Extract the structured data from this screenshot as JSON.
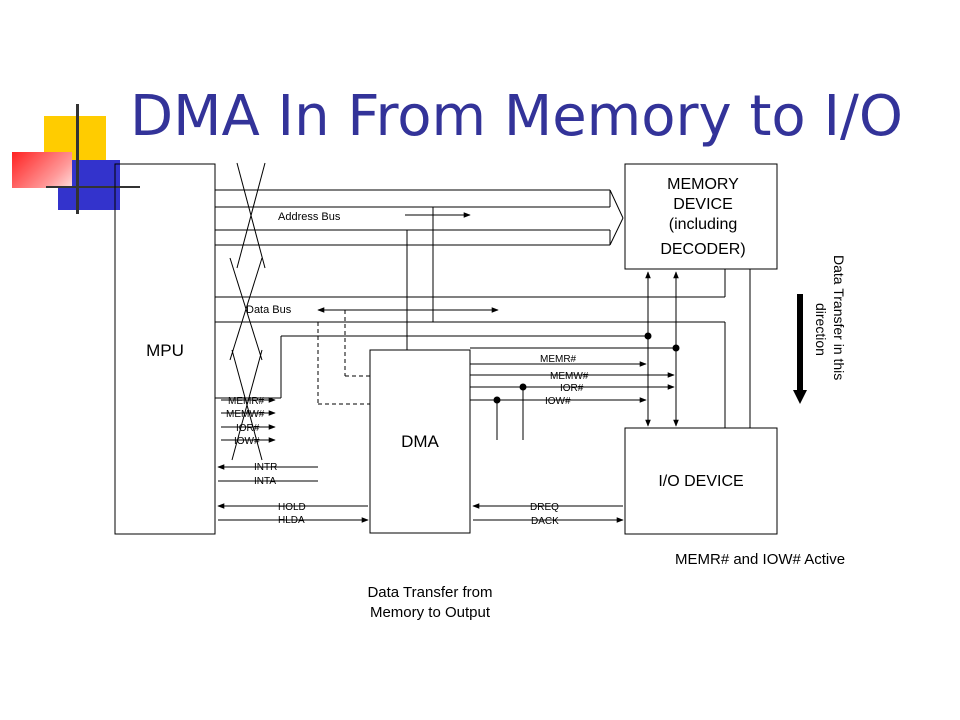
{
  "slide": {
    "title": "DMA In From Memory to I/O"
  },
  "colors": {
    "title": "#333399",
    "deco_yellow": "#ffcc00",
    "deco_blue": "#3333cc",
    "deco_red": "#ff3333"
  },
  "blocks": {
    "mpu": "MPU",
    "dma": "DMA",
    "memory": [
      "MEMORY",
      "DEVICE",
      "(including",
      "DECODER)"
    ],
    "io": "I/O DEVICE"
  },
  "buses": {
    "address": "Address Bus",
    "data": "Data Bus"
  },
  "mpu_signals": [
    "MEMR#",
    "MEMW#",
    "IOR#",
    "IOW#",
    "INTR",
    "INTA",
    "HOLD",
    "HLDA"
  ],
  "dma_signals": [
    "MEMR#",
    "MEMW#",
    "IOR#",
    "IOW#",
    "DREQ",
    "DACK"
  ],
  "direction_note": [
    "Data Transfer in this",
    "direction"
  ],
  "active_note": "MEMR# and IOW# Active",
  "caption": [
    "Data Transfer from",
    "Memory to Output"
  ]
}
